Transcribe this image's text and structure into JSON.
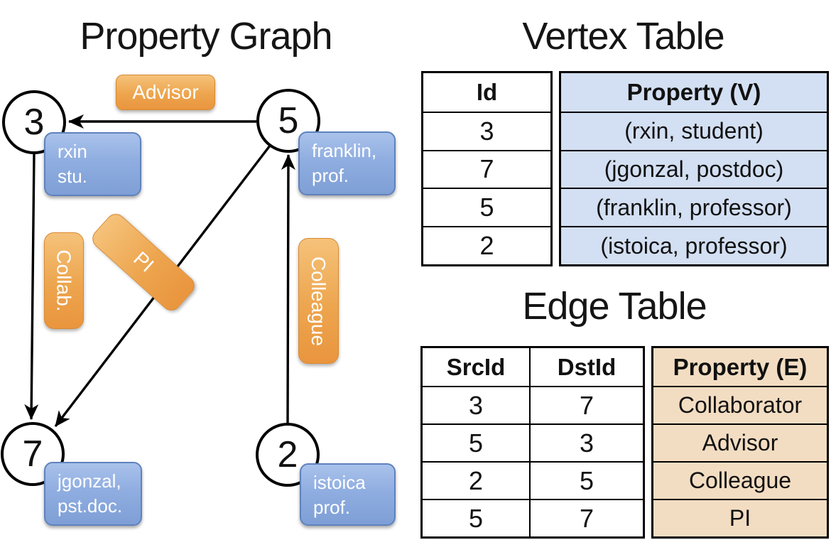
{
  "graph": {
    "title": "Property Graph",
    "nodes": [
      {
        "id": "3",
        "box_line1": "rxin",
        "box_line2": "stu."
      },
      {
        "id": "5",
        "box_line1": "franklin,",
        "box_line2": "prof."
      },
      {
        "id": "7",
        "box_line1": "jgonzal,",
        "box_line2": "pst.doc."
      },
      {
        "id": "2",
        "box_line1": "istoica",
        "box_line2": "prof."
      }
    ],
    "edge_labels": {
      "advisor": "Advisor",
      "collab": "Collab.",
      "pi": "PI",
      "colleague": "Colleague"
    }
  },
  "vertex_table": {
    "title": "Vertex Table",
    "columns": [
      "Id",
      "Property (V)"
    ],
    "rows": [
      [
        "3",
        "(rxin, student)"
      ],
      [
        "7",
        "(jgonzal, postdoc)"
      ],
      [
        "5",
        "(franklin, professor)"
      ],
      [
        "2",
        "(istoica, professor)"
      ]
    ]
  },
  "edge_table": {
    "title": "Edge Table",
    "columns": [
      "SrcId",
      "DstId",
      "Property (E)"
    ],
    "rows": [
      [
        "3",
        "7",
        "Collaborator"
      ],
      [
        "5",
        "3",
        "Advisor"
      ],
      [
        "2",
        "5",
        "Colleague"
      ],
      [
        "5",
        "7",
        "PI"
      ]
    ]
  },
  "colors": {
    "edge_label_orange_top": "#f5c27a",
    "edge_label_orange_bottom": "#e9953e",
    "vertex_box_blue_top": "#a9c2eb",
    "vertex_box_blue_bottom": "#7e9fd6",
    "vertex_property_fill": "#d3dff2",
    "edge_property_fill": "#f3ddc2",
    "line_color": "#000000"
  }
}
